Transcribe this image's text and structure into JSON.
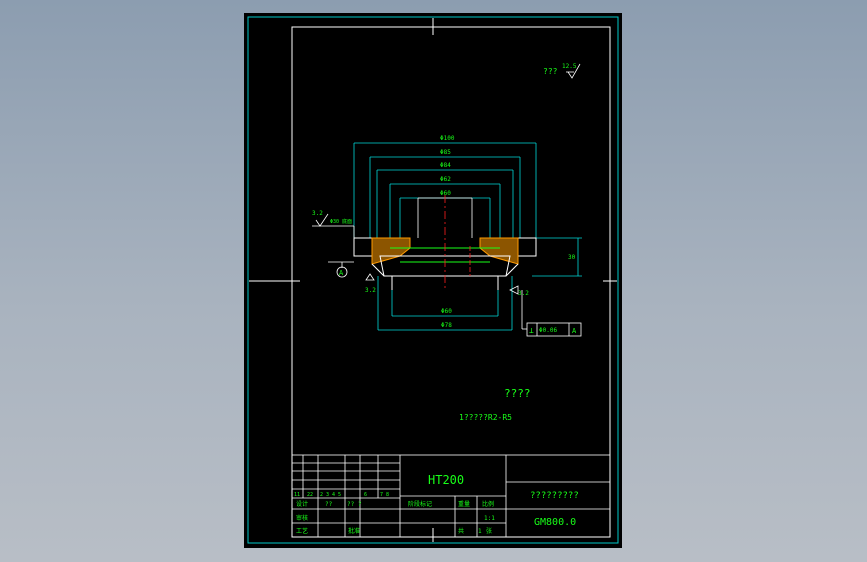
{
  "colors": {
    "canvas": "#000000",
    "frame": "#00c8c8",
    "border": "#ffffff",
    "geometry": "#ffffff",
    "dimension": "#00d8d8",
    "centerline": "#ff2020",
    "text": "#18ff18",
    "hatch": "#ff9a00",
    "section": "#18ff18"
  },
  "roughness_note": {
    "text": "???",
    "value": "12.5"
  },
  "dimensions": {
    "d1": "Φ100",
    "d2": "Φ85",
    "d3": "Φ84",
    "d4": "Φ62",
    "d5": "Φ60",
    "height": "30",
    "d_bottom_inner": "Φ60",
    "d_bottom_outer": "Φ78"
  },
  "surface_marks": {
    "left": "3.2",
    "left_note": "Φ30 底面",
    "datum_left": "3.2",
    "right": "3.2"
  },
  "datum": {
    "label": "A"
  },
  "tolerance_frame": {
    "symbol": "⊥",
    "value": "Φ0.06",
    "datum": "A"
  },
  "notes": {
    "title": "????",
    "line1": "1?????R2-R5"
  },
  "title_block": {
    "material": "HT200",
    "name": "?????????",
    "drawing_no": "GM800.0",
    "cells": {
      "r1a": "11",
      "r1b": "22",
      "r1c": "2 3 4 5",
      "r1d": "6",
      "r1e": "7 8",
      "r2a": "设计",
      "r2b": "??",
      "r2c": "?? ?",
      "r3a": "审核",
      "r4a": "工艺",
      "r4b": "批准",
      "m1": "阶段标记",
      "m2": "重量",
      "m3": "比例",
      "scale": "1:1",
      "sheet_a": "共",
      "sheet_b": "1",
      "sheet_c": "张"
    }
  }
}
